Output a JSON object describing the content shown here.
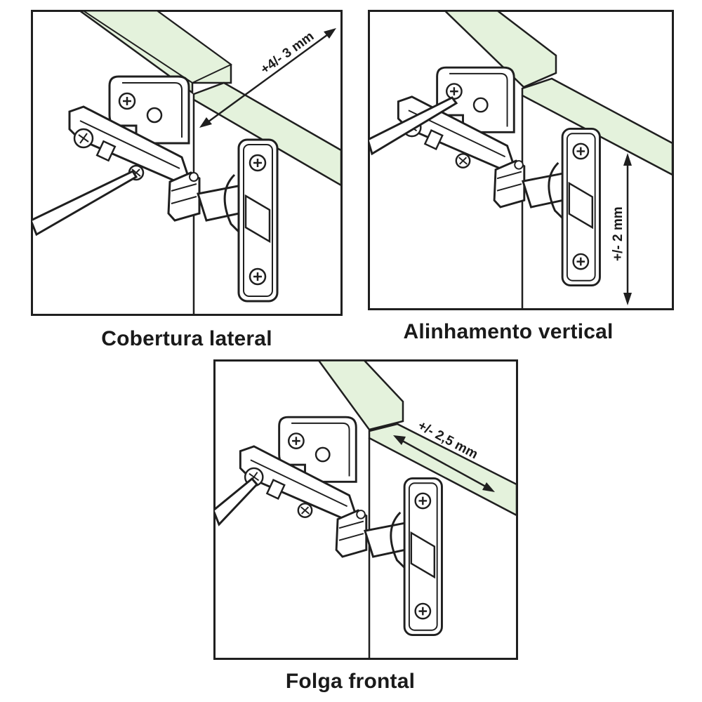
{
  "colors": {
    "board": "#e4f2dc",
    "line": "#1f1f1f",
    "metal": "#ffffff",
    "background": "#ffffff"
  },
  "panels": [
    {
      "caption": "Cobertura lateral",
      "measure": "+4/- 3 mm",
      "screwdriver_target": "arm-adjustment-screw"
    },
    {
      "caption": "Alinhamento vertical",
      "measure": "+/- 2 mm",
      "screwdriver_target": "mounting-plate-screw"
    },
    {
      "caption": "Folga frontal",
      "measure": "+/- 2,5 mm",
      "screwdriver_target": "front-screw"
    }
  ]
}
